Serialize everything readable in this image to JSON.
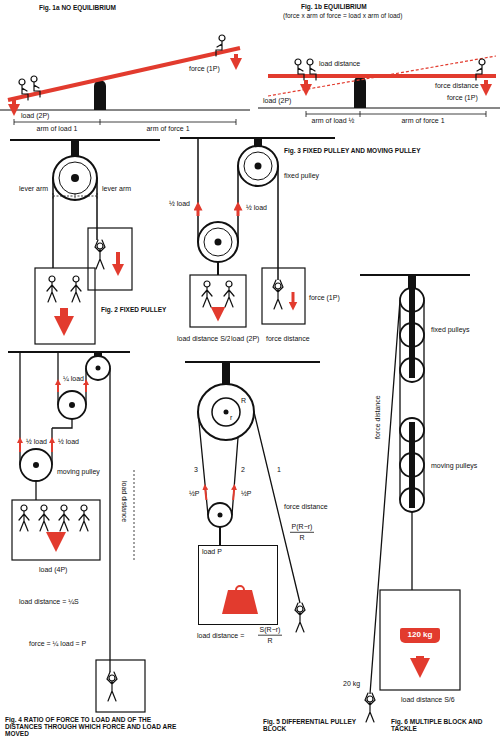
{
  "diagram": {
    "nodes": [
      {
        "text": [
          "load P"
        ]
      },
      {
        "text": [
          "120 kg"
        ]
      }
    ],
    "labels": [
      "Fig. 1a NO EQUILIBRIUM",
      "Fig. 1b EQUILIBRIUM",
      "(force x arm of force = load x arm of load)",
      "load distance",
      "force (1P)",
      "load (2P)",
      "arm of load 1",
      "arm of force 1",
      "force distance",
      "load (2P)",
      "force (1P)",
      "arm of load ½",
      "arm of force 1",
      "Fig. 3 FIXED PULLEY AND MOVING PULLEY",
      "lever arm",
      "lever arm",
      "½ load",
      "fixed pulley",
      "½ load",
      "Fig. 2 FIXED PULLEY",
      "force (1P)",
      "load distance S/2",
      "load (2P)",
      "force distance",
      "fixed pulleys",
      "¼ load",
      "R",
      "r",
      "½ load",
      "½ load",
      "force distance",
      "moving pulley",
      "moving pulleys",
      "3",
      "2",
      "1",
      "½P",
      "½P",
      "load distance",
      "force distance",
      "P(R−r)",
      "R",
      "load (4P)",
      "load distance = ¼S",
      "load distance =",
      "S(R−r)",
      "R",
      "force = ¼ load = P",
      "20 kg",
      "load distance S/6",
      "Fig. 4 RATIO OF FORCE TO LOAD AND OF THE DISTANCES THROUGH WHICH FORCE AND LOAD ARE MOVED",
      "Fig. 5 DIFFERENTIAL PULLEY BLOCK",
      "Fig. 6 MULTIPLE BLOCK AND TACKLE"
    ]
  }
}
